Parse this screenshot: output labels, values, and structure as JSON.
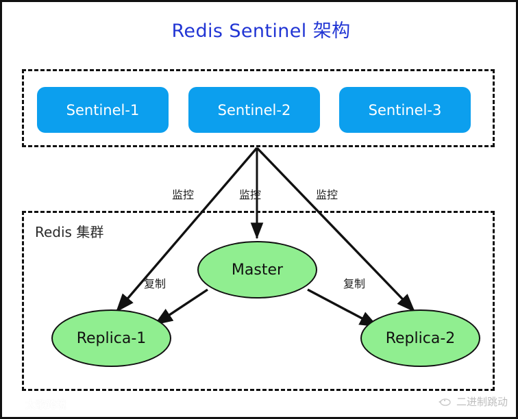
{
  "diagram": {
    "title": "Redis Sentinel 架构",
    "title_color": "#2135d4",
    "background_color": "#ffffff",
    "border_color": "#111111"
  },
  "sentinel_group": {
    "nodes": [
      {
        "label": "Sentinel-1"
      },
      {
        "label": "Sentinel-2"
      },
      {
        "label": "Sentinel-3"
      }
    ],
    "node_fill": "#0c9fee",
    "node_text_color": "#ffffff"
  },
  "cluster_group": {
    "label": "Redis 集群",
    "nodes": [
      {
        "id": "master",
        "label": "Master"
      },
      {
        "id": "replica1",
        "label": "Replica-1"
      },
      {
        "id": "replica2",
        "label": "Replica-2"
      }
    ],
    "node_fill": "#90ee90",
    "node_stroke": "#111111",
    "node_text_color": "#111111"
  },
  "edges": {
    "monitor_left": "监控",
    "monitor_center": "监控",
    "monitor_right": "监控",
    "replicate_left": "复制",
    "replicate_right": "复制"
  },
  "watermarks": {
    "left_text": "太歌跨境",
    "left_icon": "bird-logo-icon",
    "right_text": "二进制跳动",
    "right_icon": "bird-logo-icon"
  }
}
